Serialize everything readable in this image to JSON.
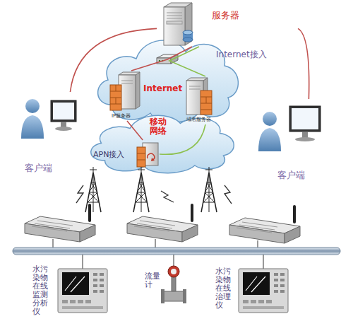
{
  "diagram": {
    "nodes": [
      {
        "text": [
          "服务器"
        ]
      },
      {
        "text": [
          "Internet"
        ]
      },
      {
        "text": [
          "IP服务器"
        ],
        "in": 1
      },
      {
        "text": [
          "域名服务器"
        ],
        "in": 1
      },
      {
        "text": [
          "移动网络"
        ]
      },
      {
        "text": [
          "APN接入"
        ],
        "in": 4
      },
      {
        "text": [
          "客户端"
        ]
      },
      {
        "text": [
          "客户端"
        ]
      },
      {
        "text": [
          "水污染物在线监测分析仪"
        ]
      },
      {
        "text": [
          "流量计"
        ]
      },
      {
        "text": [
          "水污染物在线治理仪"
        ]
      }
    ],
    "edges": [
      {
        "from": 6,
        "to": 0,
        "arrow": "none"
      },
      {
        "from": 0,
        "to": 7,
        "arrow": "none"
      },
      {
        "from": 0,
        "to": 2,
        "arrow": "none"
      },
      {
        "from": 0,
        "to": 3,
        "arrow": "none"
      },
      {
        "from": 2,
        "to": 5,
        "arrow": "none"
      },
      {
        "from": 3,
        "to": 5,
        "arrow": "none"
      }
    ],
    "labels": [
      "Internet接入"
    ]
  }
}
